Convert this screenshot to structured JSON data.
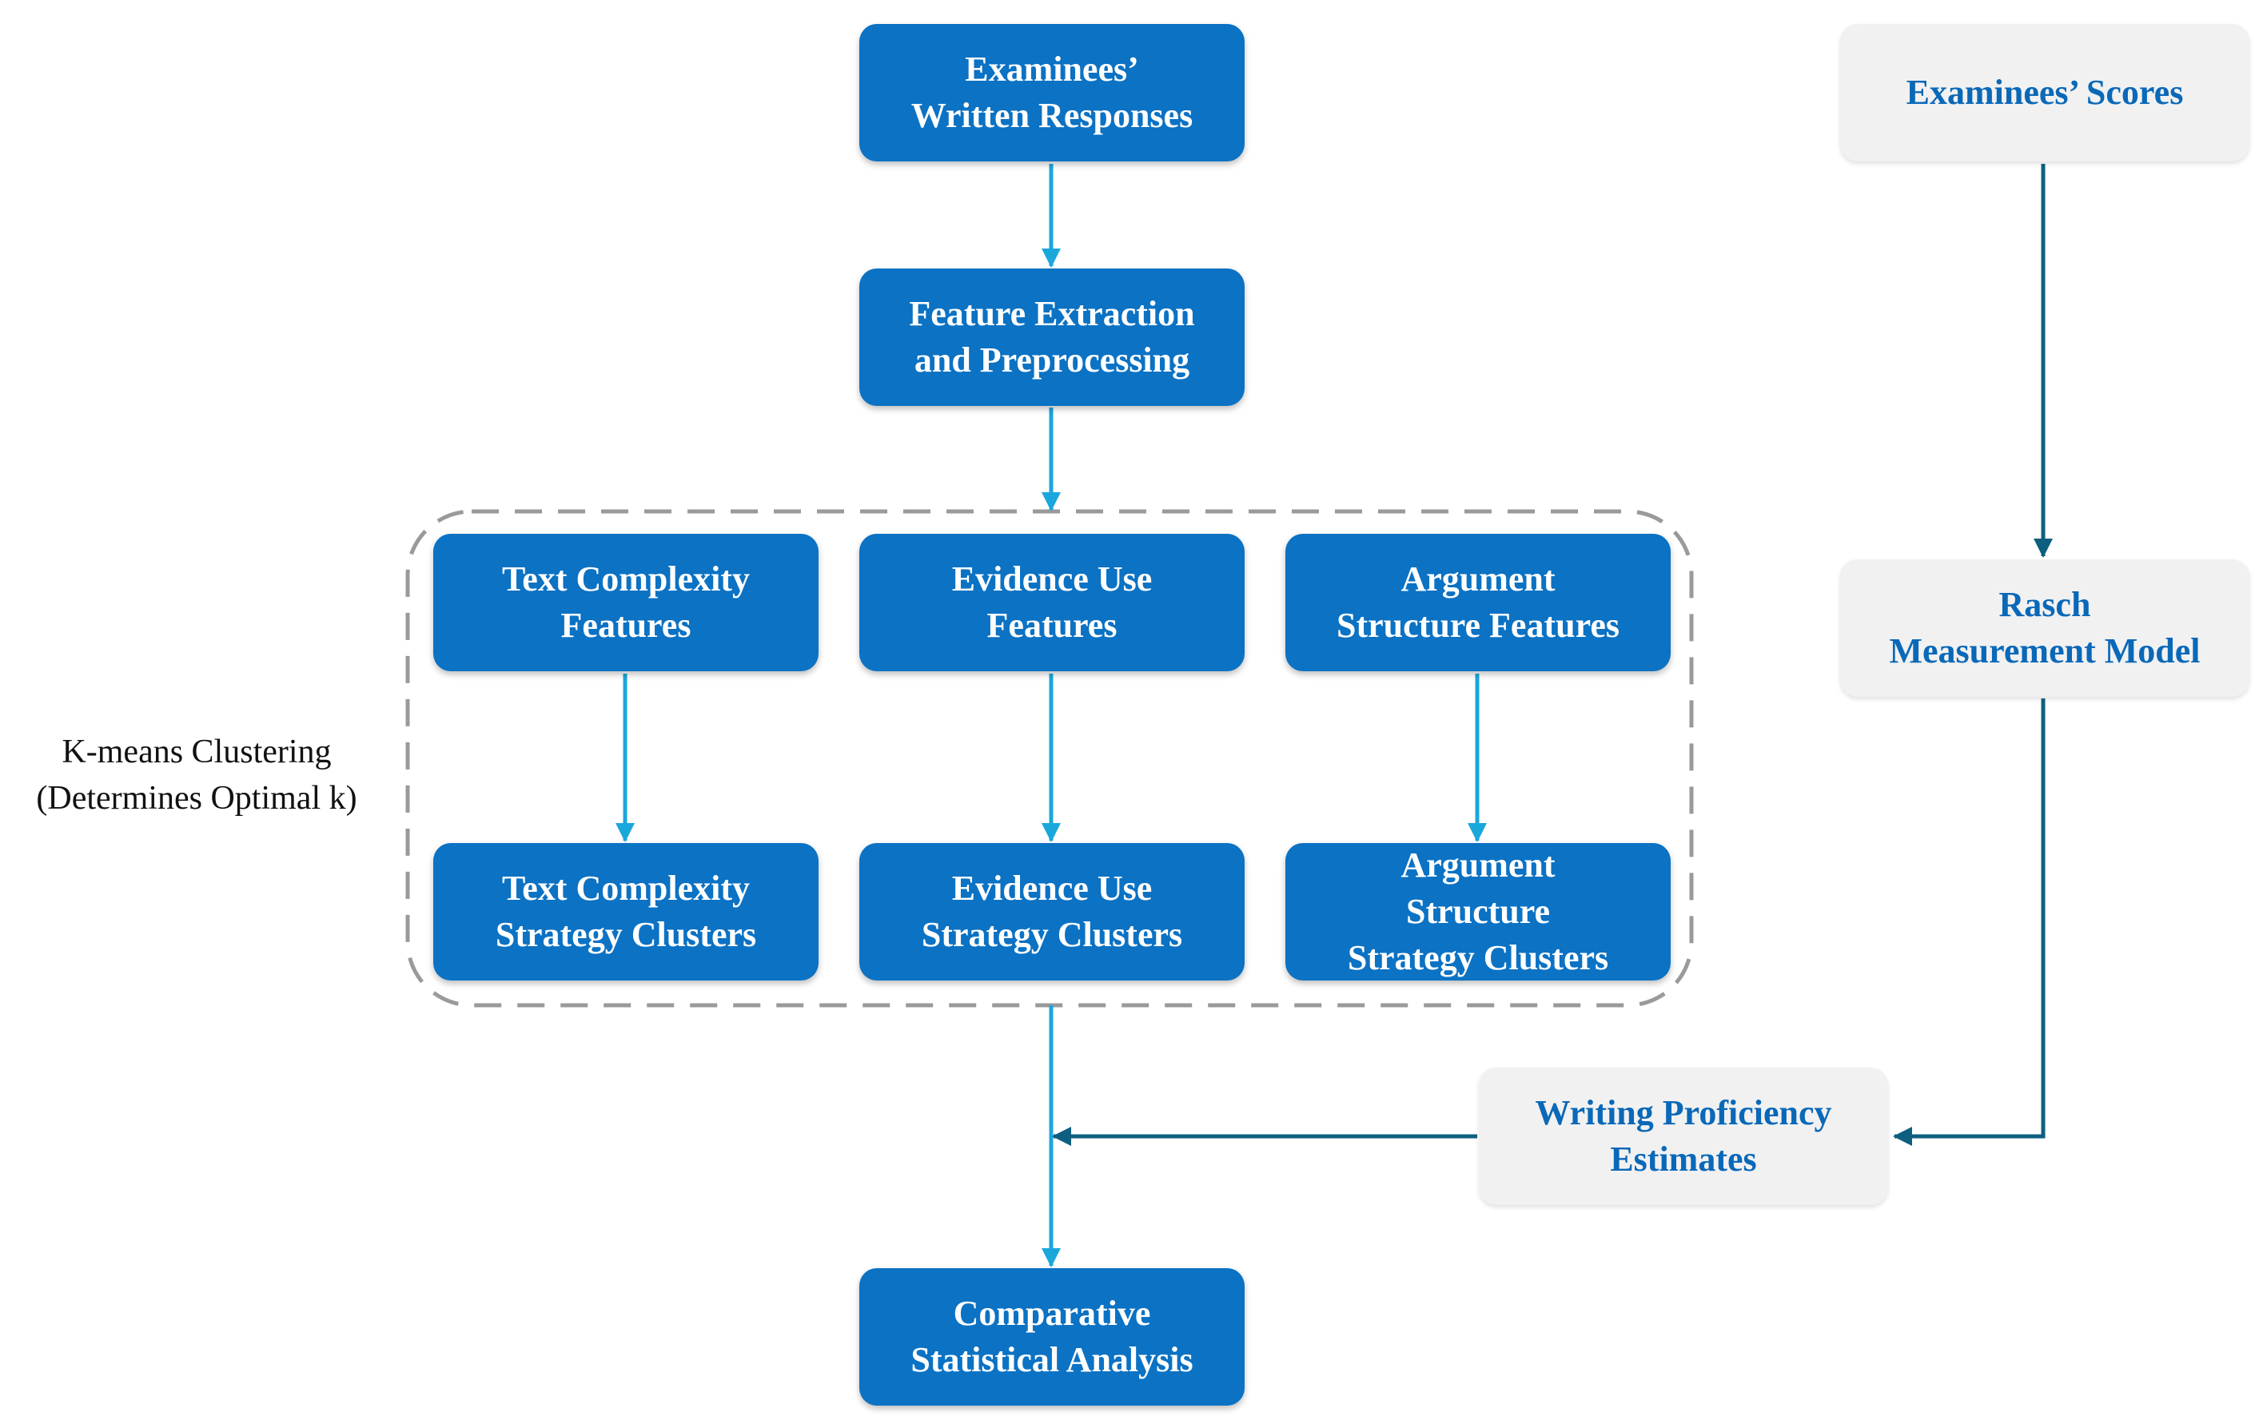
{
  "nodes": {
    "written_responses": "Examinees’\nWritten Responses",
    "feature_extraction": "Feature Extraction\nand Preprocessing",
    "text_complexity_features": "Text Complexity\nFeatures",
    "evidence_use_features": "Evidence Use\nFeatures",
    "argument_structure_features": "Argument\nStructure Features",
    "text_complexity_clusters": "Text Complexity\nStrategy Clusters",
    "evidence_use_clusters": "Evidence Use\nStrategy Clusters",
    "argument_structure_clusters": "Argument\nStructure\nStrategy Clusters",
    "comparative_analysis": "Comparative\nStatistical Analysis",
    "examinees_scores": "Examinees’ Scores",
    "rasch_model": "Rasch\nMeasurement Model",
    "proficiency_estimates": "Writing Proficiency\nEstimates"
  },
  "group_label": "K-means Clustering\n(Determines Optimal k)",
  "colors": {
    "primary_box": "#0b72c4",
    "secondary_box": "#f1f1f1",
    "secondary_text": "#0a68b8",
    "arrow_light": "#1aa7dc",
    "arrow_dark": "#0e5f7f",
    "group_border": "#9a9a9a"
  }
}
